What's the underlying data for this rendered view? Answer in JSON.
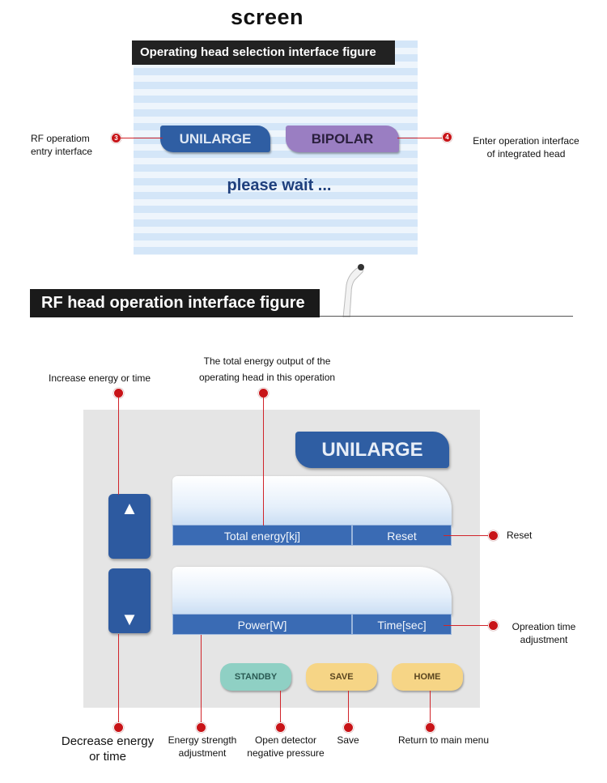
{
  "page_title": "screen",
  "selection": {
    "banner": "Operating head selection interface figure",
    "unilarge_label": "UNILARGE",
    "bipolar_label": "BIPOLAR",
    "wait_text": "please  wait ...",
    "left_note": [
      "RF operatiom",
      "entry interface"
    ],
    "right_note": [
      "Enter operation interface",
      "of integrated head"
    ],
    "marker_left": "3",
    "marker_right": "4"
  },
  "rf_section": {
    "banner": "RF head operation interface figure"
  },
  "panel": {
    "head_label": "UNILARGE",
    "up_glyph": "▲",
    "down_glyph": "▼",
    "total_energy_label": "Total energy[kj]",
    "reset_label": "Reset",
    "power_label": "Power[W]",
    "time_label": "Time[sec]",
    "standby_label": "STANDBY",
    "save_label": "SAVE",
    "home_label": "HOME"
  },
  "annotations": {
    "total_energy": [
      "The total energy output of the",
      "operating head in this operation"
    ],
    "increase": "Increase energy or time",
    "reset": "Reset",
    "time_adjust": [
      "Opreation time",
      "adjustment"
    ],
    "decrease": [
      "Decrease energy",
      "or time"
    ],
    "energy_strength": [
      "Energy strength",
      "adjustment"
    ],
    "open_detector": [
      "Open detector",
      "negative pressure"
    ],
    "save": "Save",
    "return": "Return to main menu"
  },
  "colors": {
    "accent_blue": "#2f5ea3",
    "marker_red": "#c81418",
    "bipolar_purple": "#9a7ec2"
  }
}
